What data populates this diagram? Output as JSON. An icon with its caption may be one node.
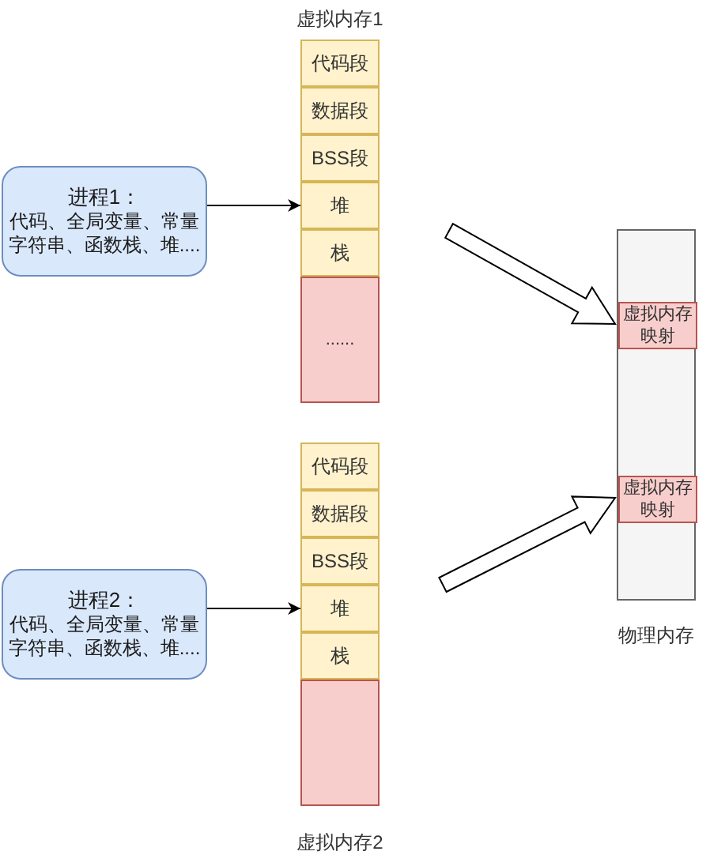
{
  "diagram": {
    "nodes": [
      {
        "text": [
          "进程1：",
          "代码、全局变量、常量字符串、函数栈、堆...."
        ]
      },
      {
        "text": [
          "虚拟内存1"
        ]
      },
      {
        "text": [
          "代码段"
        ],
        "in": 1
      },
      {
        "text": [
          "数据段"
        ],
        "in": 1
      },
      {
        "text": [
          "BSS段"
        ],
        "in": 1
      },
      {
        "text": [
          "堆"
        ],
        "in": 1
      },
      {
        "text": [
          "栈"
        ],
        "in": 1
      },
      {
        "text": [
          "......"
        ],
        "in": 1
      },
      {
        "text": [
          "物理内存"
        ]
      },
      {
        "text": [
          "虚拟内存映射"
        ],
        "in": 8
      },
      {
        "text": [
          "虚拟内存映射"
        ],
        "in": 8
      },
      {
        "text": [
          "进程2：",
          "代码、全局变量、常量字符串、函数栈、堆...."
        ]
      },
      {
        "text": [
          "虚拟内存2"
        ]
      },
      {
        "text": [
          "代码段"
        ],
        "in": 12
      },
      {
        "text": [
          "数据段"
        ],
        "in": 12
      },
      {
        "text": [
          "BSS段"
        ],
        "in": 12
      },
      {
        "text": [
          "堆"
        ],
        "in": 12
      },
      {
        "text": [
          "栈"
        ],
        "in": 12
      },
      {
        "text": [],
        "shape": "box",
        "in": 12
      }
    ],
    "edges": [
      {
        "from": 0,
        "to": 5,
        "arrow": "to"
      },
      {
        "from": 11,
        "to": 16,
        "arrow": "to"
      },
      {
        "from": 1,
        "to": 9,
        "arrow": "to",
        "style": "thick"
      },
      {
        "from": 12,
        "to": 10,
        "arrow": "to",
        "style": "thick"
      }
    ]
  }
}
